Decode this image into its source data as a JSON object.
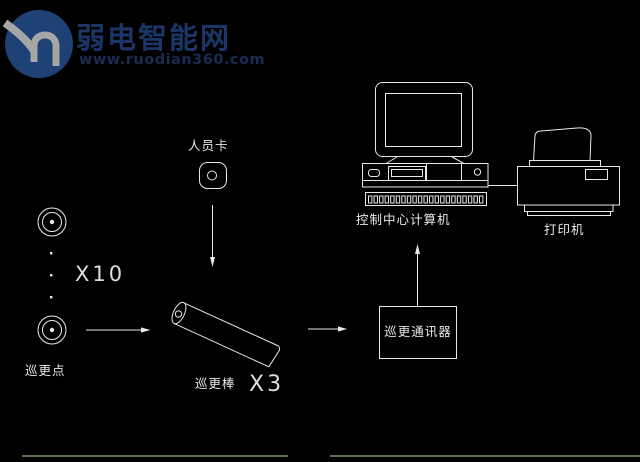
{
  "watermark": {
    "title": "弱电智能网",
    "url": "www.ruodian360.com",
    "title_color": "#1b3566",
    "url_color": "#1a2c52",
    "circle_color": "#1e4176",
    "swoosh_color": "#a6a6a6"
  },
  "diagram": {
    "background": "#000000",
    "stroke_color": "#e9e9e9",
    "bottom_rule_color": "#5e7154",
    "nodes": {
      "patrol_point": {
        "label": "巡更点",
        "multiplier": "X10"
      },
      "personnel_card": {
        "label": "人员卡"
      },
      "patrol_wand": {
        "label": "巡更棒",
        "multiplier": "X3"
      },
      "communicator": {
        "label": "巡更通讯器"
      },
      "control_computer": {
        "label": "控制中心计算机",
        "key_marks": 21
      },
      "printer": {
        "label": "打印机"
      }
    }
  }
}
